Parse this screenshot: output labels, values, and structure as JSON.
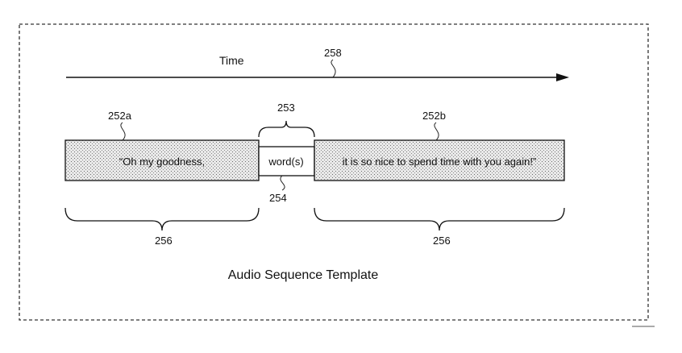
{
  "figure": {
    "time_label": "Time",
    "ref_time_arrow": "258",
    "ref_segment_a": "252a",
    "ref_segment_b": "252b",
    "ref_gap_brace": "253",
    "ref_gap_box": "254",
    "ref_left_brace": "256",
    "ref_right_brace": "256",
    "segment_a_text": "“Oh my goodness,",
    "gap_text": "word(s)",
    "segment_b_text": "it is so nice to spend time with you again!”",
    "caption": "Audio Sequence Template"
  }
}
